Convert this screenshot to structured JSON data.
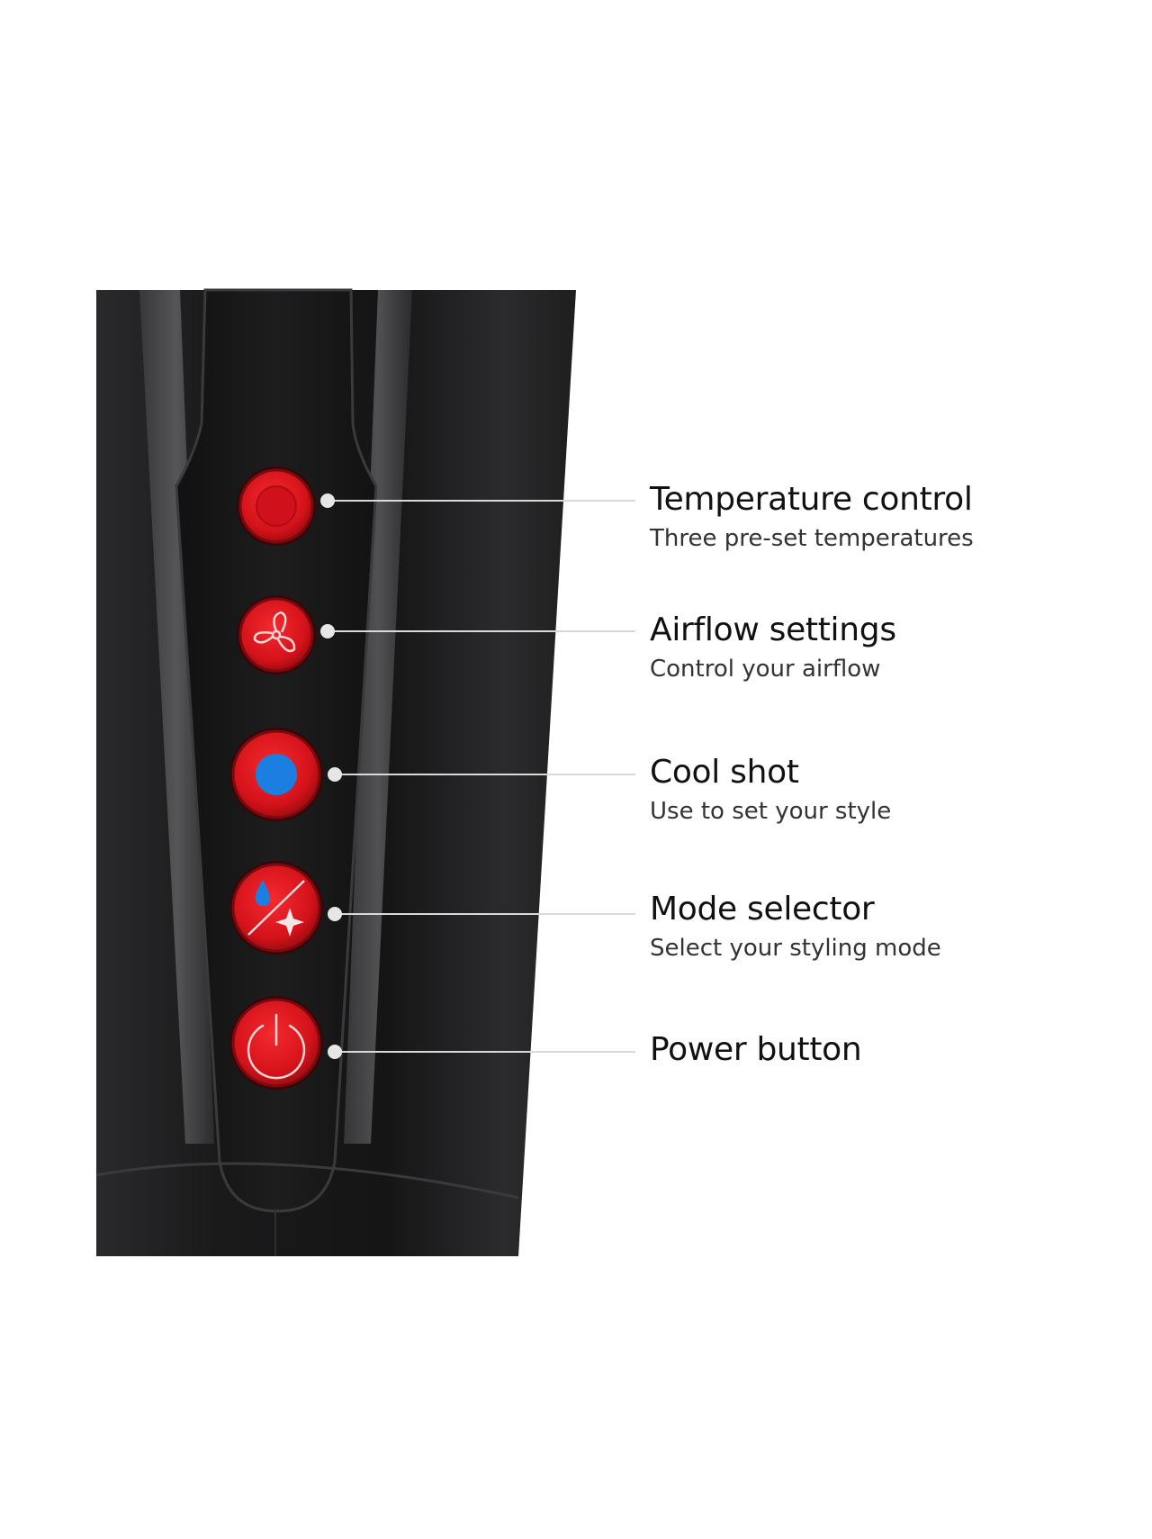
{
  "colors": {
    "button_red": "#e0151d",
    "button_rim": "#7a0a0e",
    "cool_blue": "#1a7fe0",
    "body_dark": "#1c1c1d",
    "leader_line": "#d9d9d9",
    "text": "#111111"
  },
  "controls": [
    {
      "id": "temperature",
      "icon": "red-dot-icon",
      "title": "Temperature control",
      "description": "Three pre-set temperatures"
    },
    {
      "id": "airflow",
      "icon": "fan-icon",
      "title": "Airflow settings",
      "description": "Control your airflow"
    },
    {
      "id": "cool_shot",
      "icon": "blue-dot-icon",
      "title": "Cool shot",
      "description": "Use to set your style"
    },
    {
      "id": "mode",
      "icon": "drop-sparkle-icon",
      "title": "Mode selector",
      "description": "Select your styling mode"
    },
    {
      "id": "power",
      "icon": "power-icon",
      "title": "Power button",
      "description": ""
    }
  ]
}
